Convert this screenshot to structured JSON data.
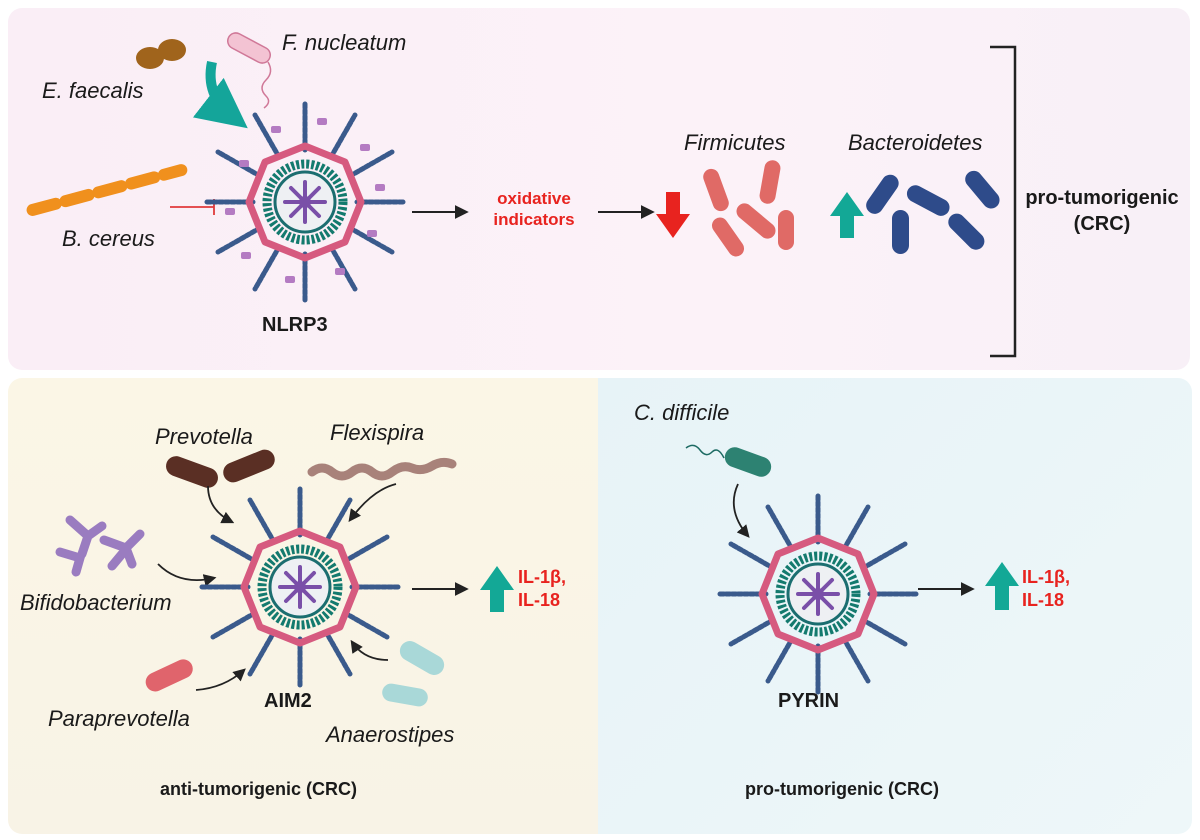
{
  "top": {
    "e_faecalis": "E. faecalis",
    "f_nucleatum": "F. nucleatum",
    "b_cereus": "B. cereus",
    "inflammasome": "NLRP3",
    "oxidative_line1": "oxidative",
    "oxidative_line2": "indicators",
    "firmicutes": "Firmicutes",
    "bacteroidetes": "Bacteroidetes",
    "outcome_line1": "pro-tumorigenic",
    "outcome_line2": "(CRC)"
  },
  "bottom_left": {
    "prevotella": "Prevotella",
    "flexispira": "Flexispira",
    "bifidobacterium": "Bifidobacterium",
    "paraprevotella": "Paraprevotella",
    "anaerostipes": "Anaerostipes",
    "inflammasome": "AIM2",
    "cytokine_line1": "IL-1β,",
    "cytokine_line2": "IL-18",
    "outcome": "anti-tumorigenic (CRC)"
  },
  "bottom_right": {
    "c_difficile": "C. difficile",
    "inflammasome": "PYRIN",
    "cytokine_line1": "IL-1β,",
    "cytokine_line2": "IL-18",
    "outcome": "pro-tumorigenic (CRC)"
  },
  "colors": {
    "up_arrow": "#13a896",
    "down_arrow": "#e8231f",
    "red_text": "#e8231f",
    "firmicutes": "#e06a66",
    "bacteroidetes": "#2e4b8a",
    "ring_pink": "#d65a7f",
    "ring_teal": "#137a6e",
    "spoke_blue": "#3a5a8c"
  }
}
